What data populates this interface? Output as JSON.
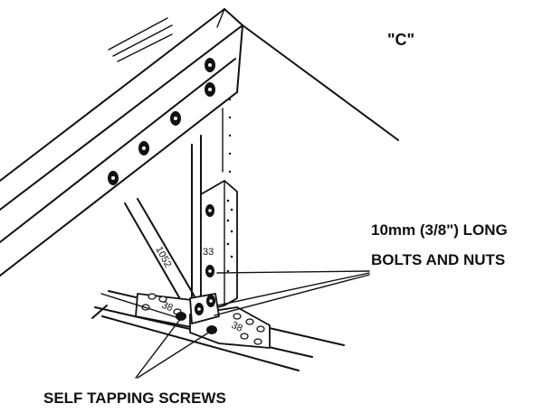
{
  "labels": {
    "section": "\"C\"",
    "bolts_line1": "10mm (3/8\") LONG",
    "bolts_line2": "BOLTS AND NUTS",
    "screws": "SELF TAPPING SCREWS"
  },
  "part_numbers": {
    "brace": "1052",
    "upright_bracket": "33",
    "base_plate_left": "38",
    "base_plate_right": "38"
  }
}
